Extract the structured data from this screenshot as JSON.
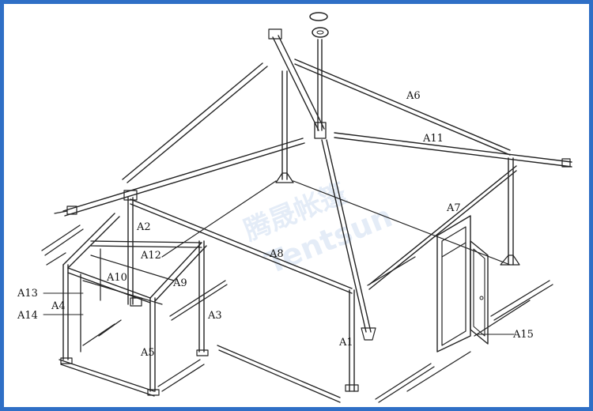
{
  "frame_color": "#2f6fc6",
  "line_color": "#222222",
  "watermark": {
    "cn": "腾晟帐篷",
    "en": "Tentsun"
  },
  "labels": {
    "A1": "A1",
    "A2": "A2",
    "A3": "A3",
    "A4": "A4",
    "A5": "A5",
    "A6": "A6",
    "A7": "A7",
    "A8": "A8",
    "A9": "A9",
    "A10": "A10",
    "A11": "A11",
    "A12": "A12",
    "A13": "A13",
    "A14": "A14",
    "A15": "A15"
  }
}
